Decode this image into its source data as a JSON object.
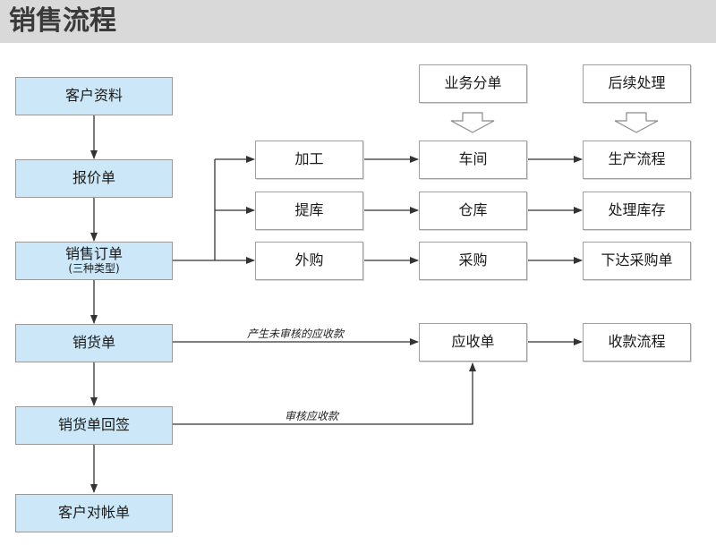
{
  "header": {
    "title": "销售流程"
  },
  "left_column": {
    "customer_info": "客户资料",
    "quotation": "报价单",
    "sales_order": "销售订单",
    "sales_order_note": "(三种类型)",
    "delivery_note": "销货单",
    "delivery_receipt": "销货单回签",
    "statement": "客户对帐单"
  },
  "branches": {
    "processing": "加工",
    "pick_stock": "提库",
    "purchase_out": "外购"
  },
  "middle_column": {
    "top_label": "业务分单",
    "workshop": "车间",
    "warehouse": "仓库",
    "procurement": "采购",
    "receivable": "应收单"
  },
  "right_column": {
    "top_label": "后续处理",
    "production_flow": "生产流程",
    "handle_inventory": "处理库存",
    "issue_purchase_order": "下达采购单",
    "collection_flow": "收款流程"
  },
  "edge_labels": {
    "unapproved_receivable": "产生未审核的应收款",
    "approved_receivable": "审核应收款"
  },
  "colors": {
    "header_bg": "#d9d9d9",
    "blue_box_fill": "#cce8f8",
    "line": "#333333"
  }
}
